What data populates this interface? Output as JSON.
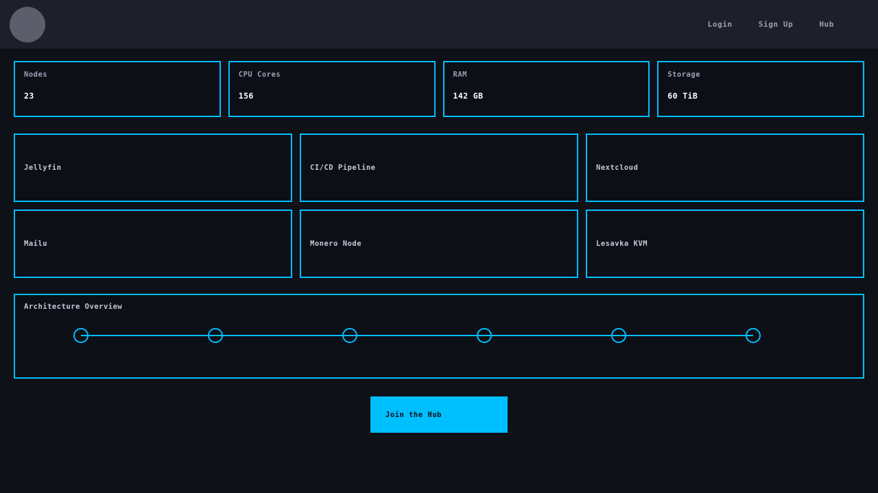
{
  "header": {
    "avatar_icon": "user-avatar-circle",
    "nav": [
      {
        "label": "Login"
      },
      {
        "label": "Sign Up"
      },
      {
        "label": "Hub"
      }
    ]
  },
  "stats": [
    {
      "label": "Nodes",
      "value": "23"
    },
    {
      "label": "CPU Cores",
      "value": "156"
    },
    {
      "label": "RAM",
      "value": "142 GB"
    },
    {
      "label": "Storage",
      "value": "60 TiB"
    }
  ],
  "services": [
    {
      "name": "Jellyfin"
    },
    {
      "name": "CI/CD Pipeline"
    },
    {
      "name": "Nextcloud"
    },
    {
      "name": "Mailu"
    },
    {
      "name": "Monero Node"
    },
    {
      "name": "Lesavka KVM"
    }
  ],
  "architecture": {
    "title": "Architecture Overview",
    "node_count": 6
  },
  "cta": {
    "label": "Join the Hub"
  },
  "colors": {
    "accent": "#00bfff",
    "page_background": "#0f1119",
    "header_background": "#1e1f29",
    "card_background": "#0d0f17",
    "muted_text": "#9ca0b3",
    "bright_text": "#ffffff",
    "avatar_fill": "#5c5e6b"
  }
}
